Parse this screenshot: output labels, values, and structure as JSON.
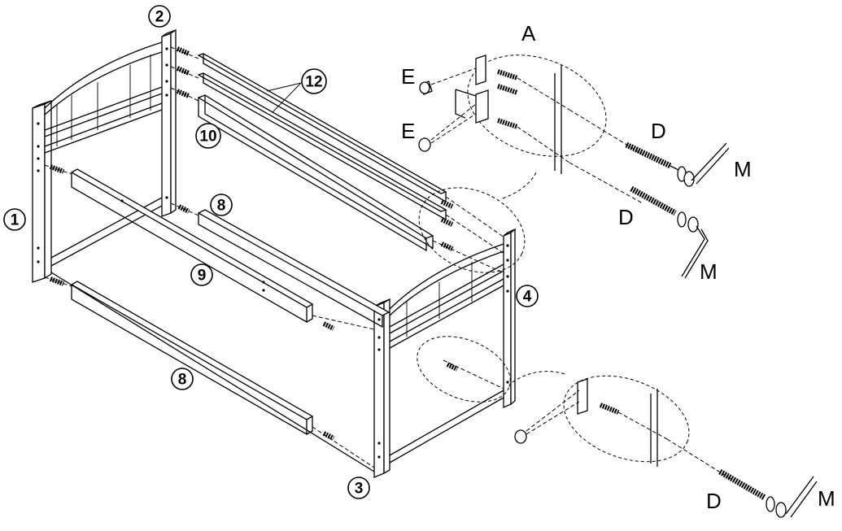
{
  "diagram": {
    "part_numbers": {
      "p1": "1",
      "p2": "2",
      "p3": "3",
      "p4": "4",
      "p8a": "8",
      "p8b": "8",
      "p9": "9",
      "p10": "10",
      "p12": "12"
    },
    "hardware_letters": {
      "A": "A",
      "E1": "E",
      "E2": "E",
      "D1": "D",
      "D2": "D",
      "D3": "D",
      "M1": "M",
      "M2": "M",
      "M3": "M"
    }
  }
}
